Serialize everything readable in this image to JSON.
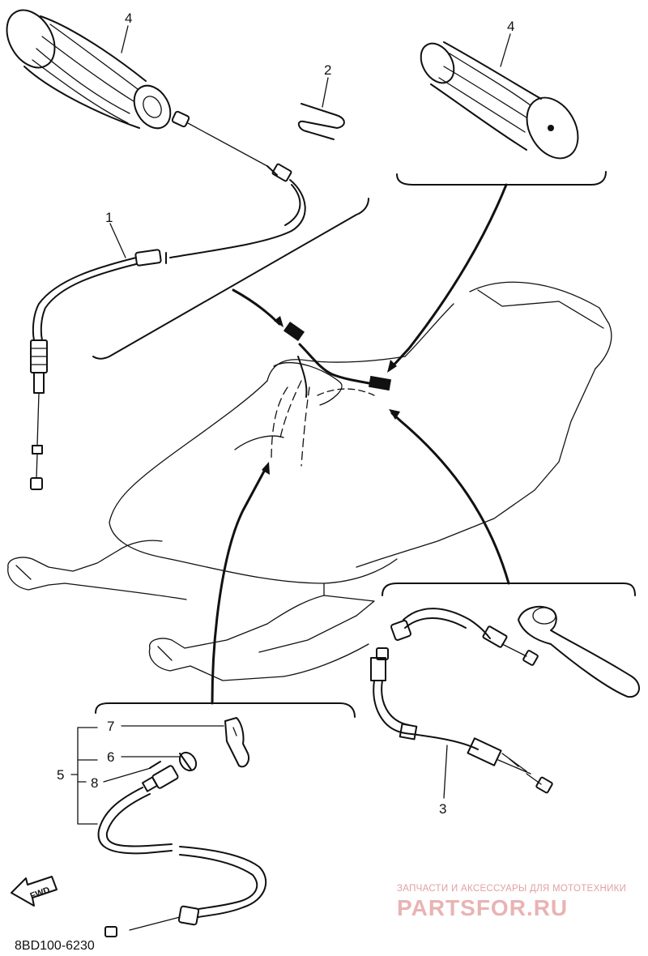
{
  "callouts": {
    "c1": "1",
    "c2": "2",
    "c3": "3",
    "c4_left": "4",
    "c4_right": "4",
    "c5": "5",
    "c6": "6",
    "c7": "7",
    "c8": "8"
  },
  "fwd_label": "FWD",
  "diagram_code": "8BD100-6230",
  "watermark": {
    "tagline": "ЗАПЧАСТИ И АКСЕССУАРЫ ДЛЯ МОТОТЕХНИКИ",
    "brand": "PARTSFOR.RU"
  },
  "colors": {
    "line": "#111111",
    "watermark": "#e3a0a0"
  }
}
